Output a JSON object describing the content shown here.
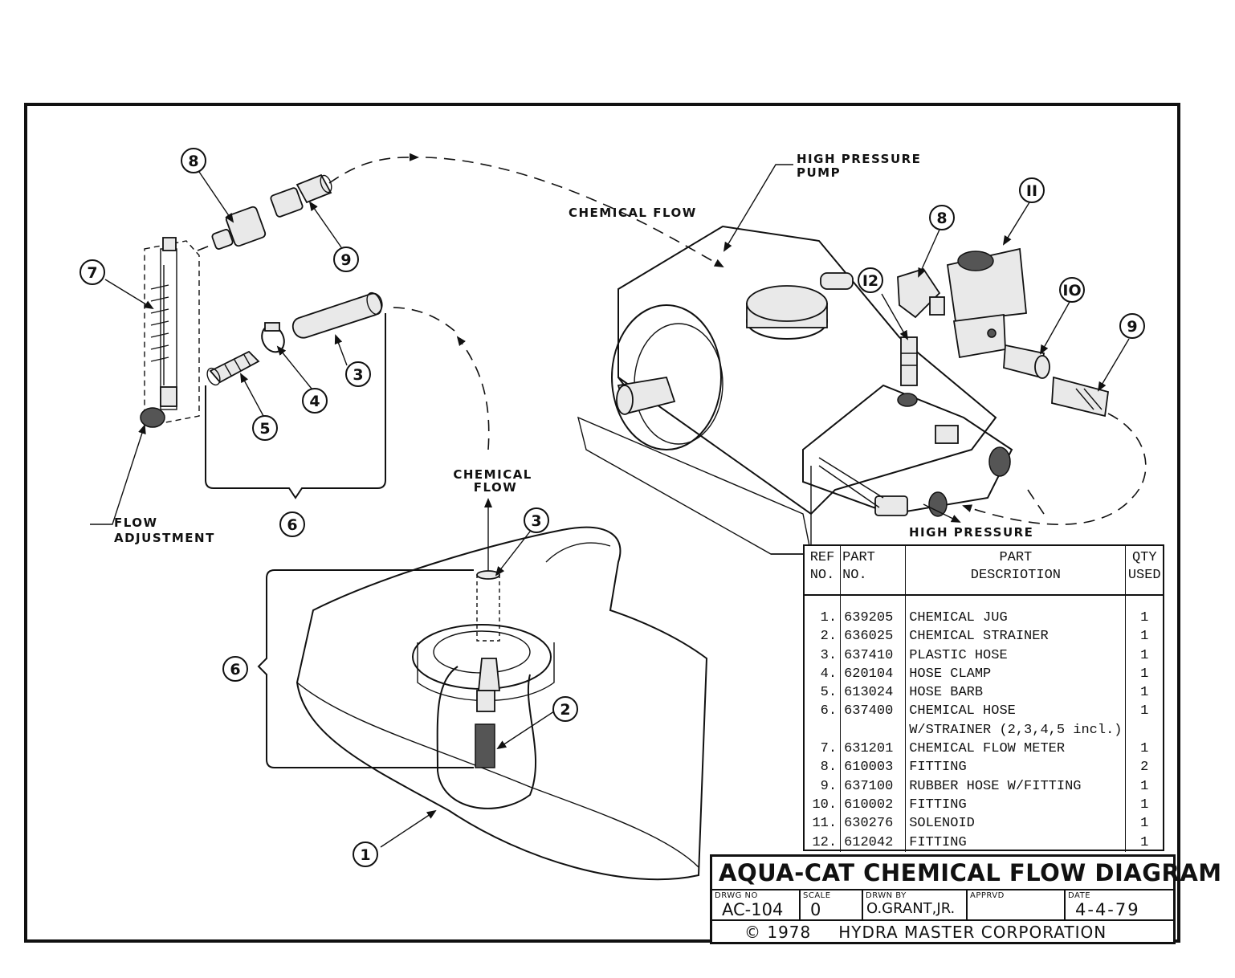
{
  "labels": {
    "high_pressure_pump": "HIGH PRESSURE\nPUMP",
    "chemical_flow_top": "CHEMICAL FLOW",
    "chemical_flow_mid": "CHEMICAL\nFLOW",
    "flow_adjustment": "FLOW\nADJUSTMENT",
    "high_pressure": "HIGH PRESSURE"
  },
  "callouts": {
    "c8_left": "8",
    "c9_left": "9",
    "c7": "7",
    "c3_left": "3",
    "c4": "4",
    "c5": "5",
    "c6_upper": "6",
    "c3_jug": "3",
    "c6_jug": "6",
    "c2": "2",
    "c1": "1",
    "c11": "II",
    "c8_right": "8",
    "c12": "I2",
    "c10": "IO",
    "c9_right": "9"
  },
  "parts_table": {
    "headers": {
      "ref_no": "REF\nNO.",
      "part_no": "PART\nNO.",
      "description": "PART\nDESCRIOTION",
      "qty": "QTY\nUSED"
    },
    "rows": [
      {
        "ref": "1.",
        "part": "639205",
        "desc": "CHEMICAL JUG",
        "qty": "1"
      },
      {
        "ref": "2.",
        "part": "636025",
        "desc": "CHEMICAL STRAINER",
        "qty": "1"
      },
      {
        "ref": "3.",
        "part": "637410",
        "desc": "PLASTIC HOSE",
        "qty": "1"
      },
      {
        "ref": "4.",
        "part": "620104",
        "desc": "HOSE CLAMP",
        "qty": "1"
      },
      {
        "ref": "5.",
        "part": "613024",
        "desc": "HOSE BARB",
        "qty": "1"
      },
      {
        "ref": "6.",
        "part": "637400",
        "desc": "CHEMICAL HOSE",
        "qty": "1"
      },
      {
        "ref": "",
        "part": "",
        "desc": "W/STRAINER (2,3,4,5 incl.)",
        "qty": ""
      },
      {
        "ref": "7.",
        "part": "631201",
        "desc": "CHEMICAL FLOW METER",
        "qty": "1"
      },
      {
        "ref": "8.",
        "part": "610003",
        "desc": "FITTING",
        "qty": "2"
      },
      {
        "ref": "9.",
        "part": "637100",
        "desc": "RUBBER HOSE W/FITTING",
        "qty": "1"
      },
      {
        "ref": "10.",
        "part": "610002",
        "desc": "FITTING",
        "qty": "1"
      },
      {
        "ref": "11.",
        "part": "630276",
        "desc": "SOLENOID",
        "qty": "1"
      },
      {
        "ref": "12.",
        "part": "612042",
        "desc": "FITTING",
        "qty": "1"
      }
    ]
  },
  "title_block": {
    "title": "AQUA-CAT CHEMICAL FLOW DIAGRAM",
    "drwg_no_label": "DRWG NO",
    "drwg_no": "AC-104",
    "scale_label": "SCALE",
    "scale": "0",
    "drawn_by_label": "DRWN BY",
    "drawn_by": "O.GRANT,JR.",
    "approved_label": "APPRVD",
    "approved": "",
    "date_label": "DATE",
    "date": "4-4-79",
    "copyright": "© 1978",
    "company": "HYDRA MASTER CORPORATION"
  }
}
